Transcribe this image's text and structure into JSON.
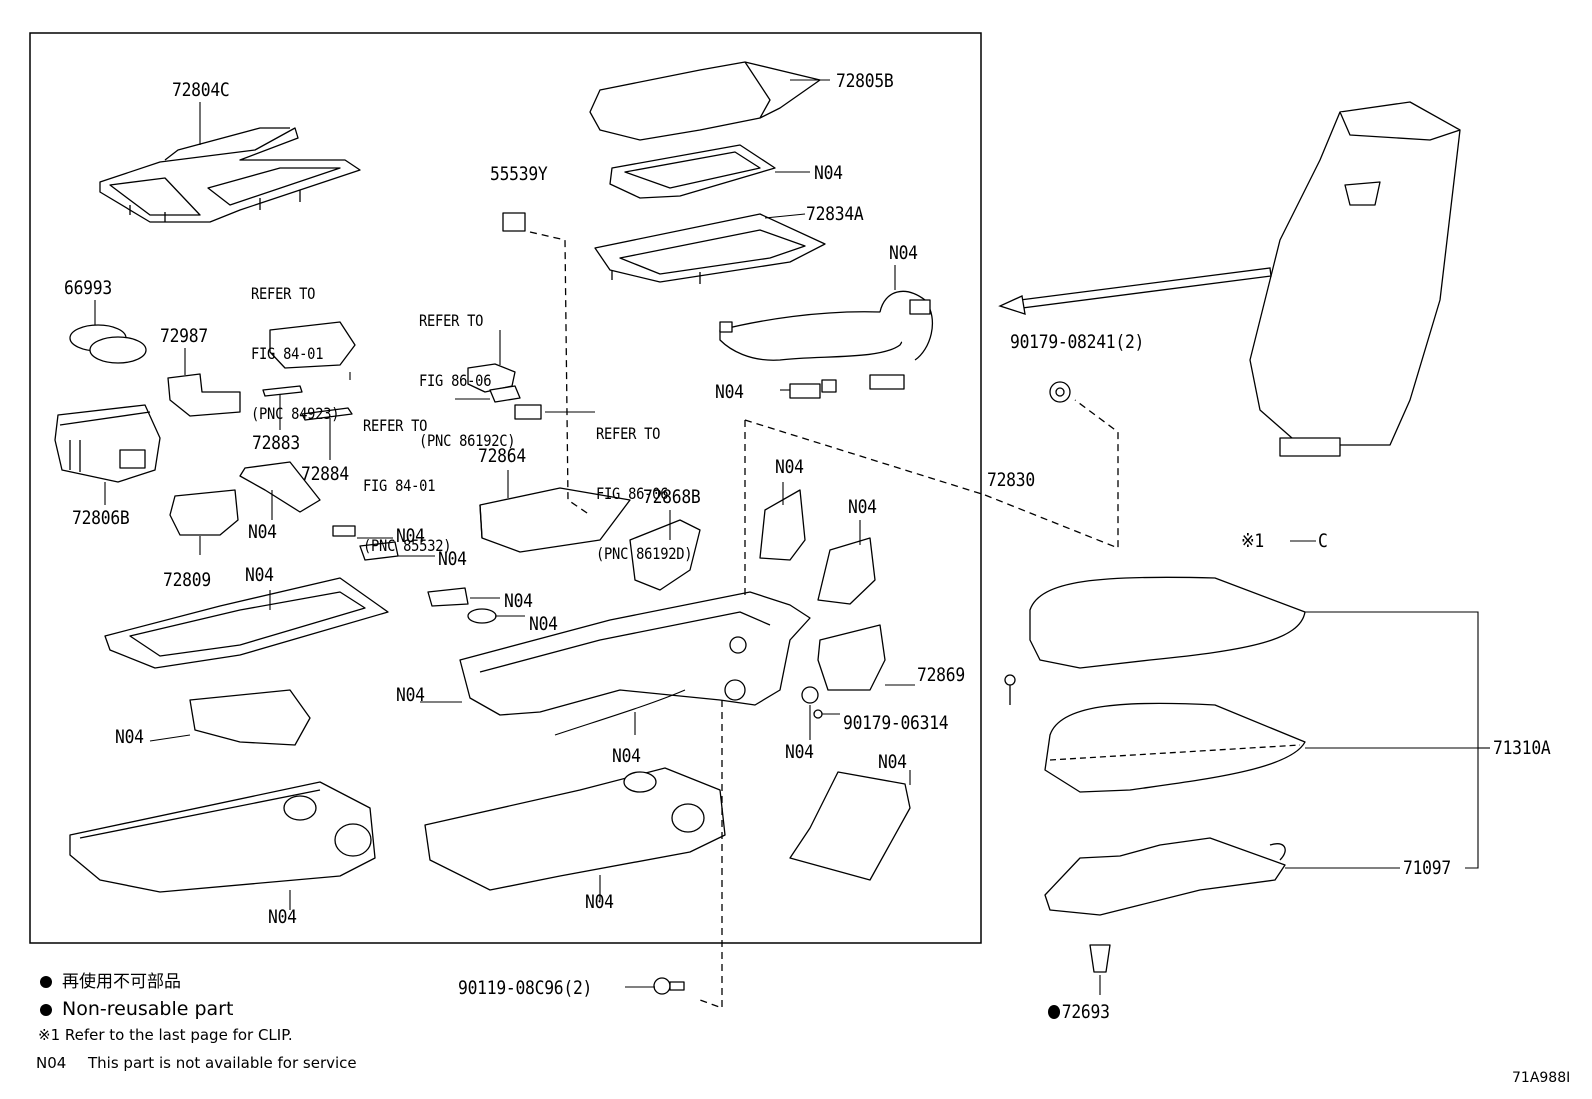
{
  "labels": {
    "l_72804C": "72804C",
    "l_72805B": "72805B",
    "l_55539Y": "55539Y",
    "l_N04_a": "N04",
    "l_72834A": "72834A",
    "l_N04_b": "N04",
    "l_66993": "66993",
    "l_72987": "72987",
    "l_N04_c": "N04",
    "l_72883": "72883",
    "l_72884": "72884",
    "l_72806B": "72806B",
    "l_N04_d": "N04",
    "l_72864": "72864",
    "l_72868B": "72868B",
    "l_N04_e": "N04",
    "l_N04_f": "N04",
    "l_72830": "72830",
    "l_N04_g": "N04",
    "l_N04_h": "N04",
    "l_72809": "72809",
    "l_N04_i": "N04",
    "l_N04_j": "N04",
    "l_N04_k": "N04",
    "l_72869": "72869",
    "l_N04_l": "N04",
    "l_90179_06314": "90179-06314",
    "l_N04_m": "N04",
    "l_N04_n": "N04",
    "l_N04_o": "N04",
    "l_N04_p": "N04",
    "l_N04_q": "N04",
    "l_N04_r": "N04",
    "l_90179_08241": "90179-08241(2)",
    "l_clip": "※1",
    "l_clip_c": "C",
    "l_71310A": "71310A",
    "l_71097": "71097",
    "l_90119": "90119-08C96(2)",
    "l_72693": "72693"
  },
  "refs": {
    "ref_84923": [
      "REFER TO",
      "FIG 84-01",
      "(PNC 84923)"
    ],
    "ref_86192C": [
      "REFER TO",
      "FIG 86-06",
      "(PNC 86192C)"
    ],
    "ref_85532": [
      "REFER TO",
      "FIG 84-01",
      "(PNC 85532)"
    ],
    "ref_86192D": [
      "REFER TO",
      "FIG 86-06",
      "(PNC 86192D)"
    ]
  },
  "legend": {
    "non_reusable_jp": "再使用不可部品",
    "non_reusable_en": "Non-reusable part",
    "clip_note": "※1 Refer to the last page for CLIP.",
    "n04_code": "N04",
    "n04_note": "This part is not available for service"
  },
  "figure_id": "71A988I"
}
